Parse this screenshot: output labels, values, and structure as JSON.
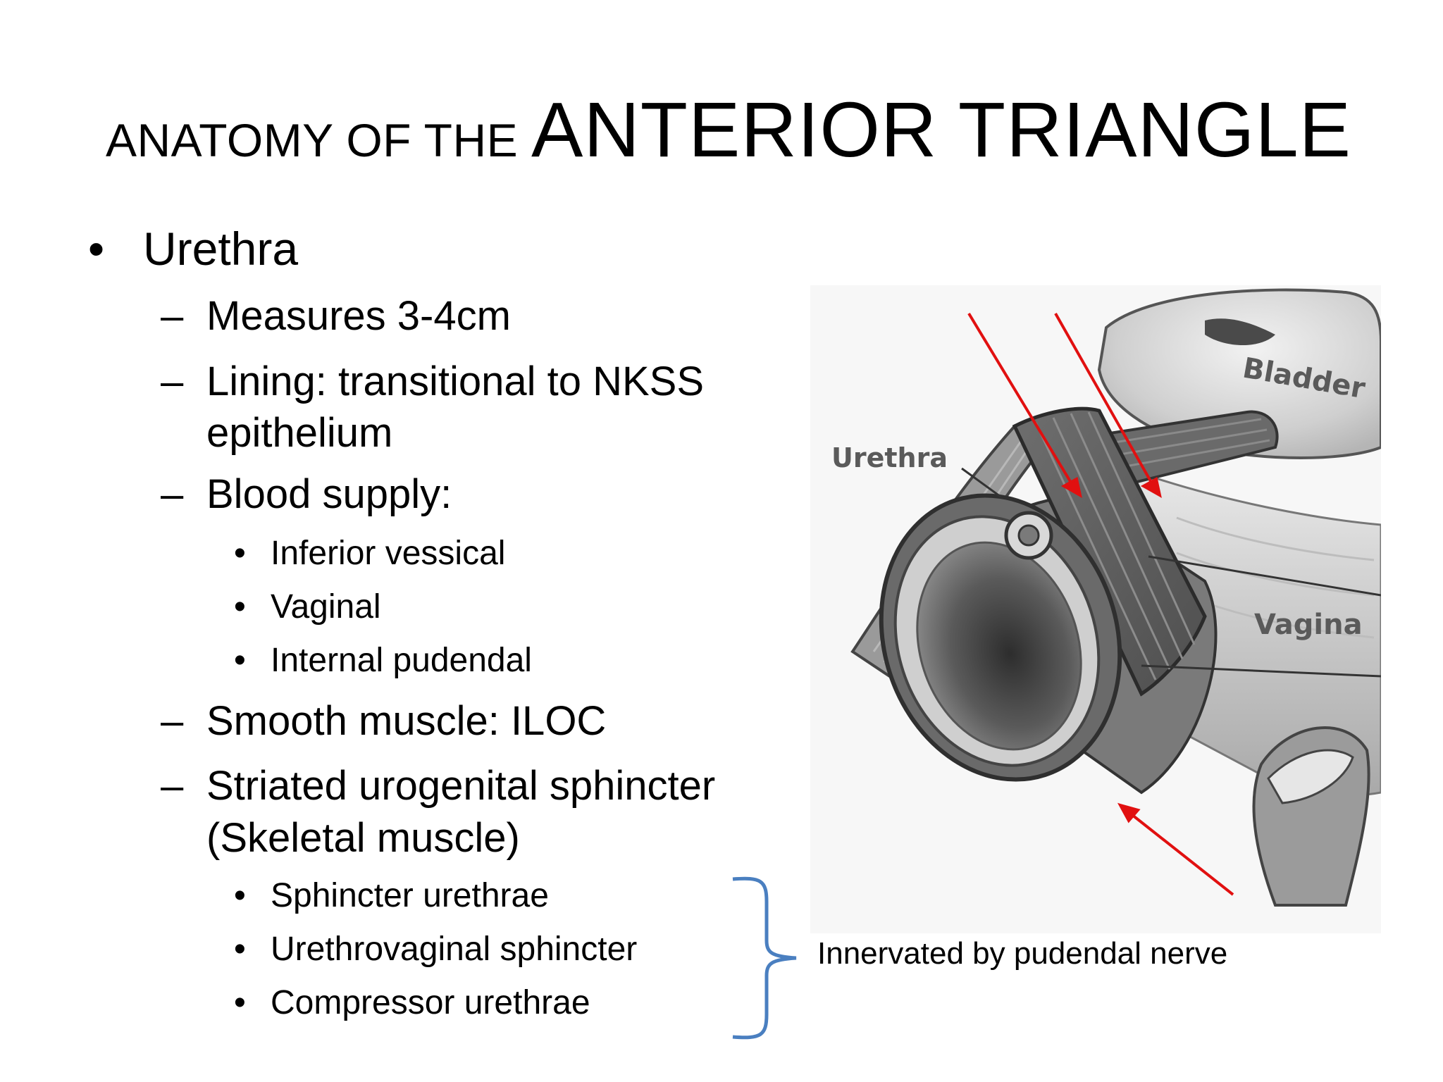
{
  "title": {
    "prefix": "ANATOMY OF THE ",
    "main": "ANTERIOR TRIANGLE"
  },
  "bullet_glyph": "•",
  "dash_glyph": "–",
  "heading": "Urethra",
  "items": {
    "measures": "Measures 3-4cm",
    "lining_line1": "Lining: transitional to NKSS",
    "lining_line2": "epithelium",
    "blood_supply": "Blood supply:",
    "blood_vessels": [
      "Inferior vessical",
      "Vaginal",
      "Internal pudendal"
    ],
    "smooth_muscle": "Smooth muscle: ILOC",
    "striated_line1": "Striated urogenital sphincter",
    "striated_line2": "(Skeletal muscle)",
    "sphincters": [
      "Sphincter urethrae",
      "Urethrovaginal sphincter",
      "Compressor urethrae"
    ]
  },
  "figure": {
    "labels": {
      "urethra": "Urethra",
      "bladder": "Bladder",
      "vagina": "Vagina"
    },
    "arrow_color": "#e11010"
  },
  "annotation": {
    "text": "Innervated by pudendal nerve",
    "bracket_color": "#4a7fc0"
  }
}
